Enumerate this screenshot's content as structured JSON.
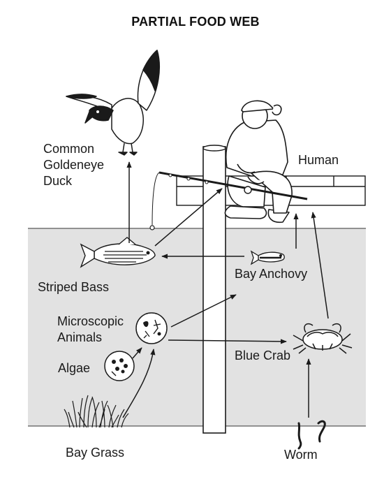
{
  "title": "PARTIAL FOOD WEB",
  "organisms": {
    "duck": [
      "Common",
      "Goldeneye",
      "Duck"
    ],
    "human": "Human",
    "striped_bass": "Striped Bass",
    "bay_anchovy": "Bay Anchovy",
    "microscopic_animals": [
      "Microscopic",
      "Animals"
    ],
    "algae": "Algae",
    "blue_crab": "Blue Crab",
    "bay_grass": "Bay Grass",
    "worm": "Worm"
  },
  "colors": {
    "water": "#e2e2e2",
    "line": "#1a1a1a",
    "background": "#ffffff"
  },
  "arrows": [
    {
      "from": "Striped Bass",
      "to": "Common Goldeneye Duck"
    },
    {
      "from": "Striped Bass",
      "to": "Human"
    },
    {
      "from": "Bay Anchovy",
      "to": "Striped Bass"
    },
    {
      "from": "Bay Anchovy",
      "to": "Human"
    },
    {
      "from": "Microscopic Animals",
      "to": "Bay Anchovy"
    },
    {
      "from": "Microscopic Animals",
      "to": "Blue Crab"
    },
    {
      "from": "Algae",
      "to": "Microscopic Animals"
    },
    {
      "from": "Bay Grass",
      "to": "Microscopic Animals"
    },
    {
      "from": "Blue Crab",
      "to": "Human"
    },
    {
      "from": "Worm",
      "to": "Blue Crab"
    }
  ]
}
